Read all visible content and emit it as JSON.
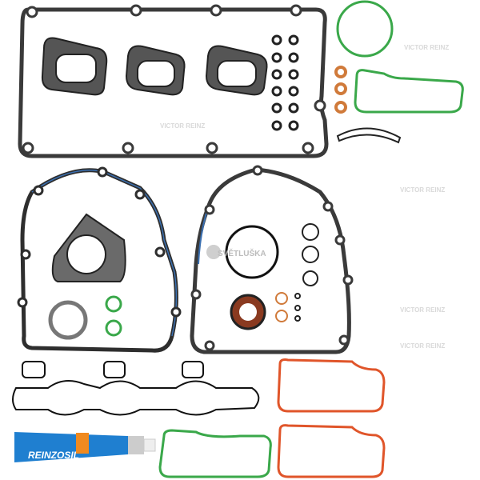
{
  "product": {
    "brand_watermark": "VICTOR REINZ",
    "shop_logo": "SVĚTLUŠKA",
    "sealant_tube_label": "REINZOSIL"
  },
  "colors": {
    "gasket_dark": "#2e2e2e",
    "gasket_blue_edge": "#3a6fb0",
    "green_seal": "#3aa84a",
    "orange_seal": "#e0552a",
    "copper": "#d07a3a",
    "tube_blue": "#1f7fd0"
  }
}
